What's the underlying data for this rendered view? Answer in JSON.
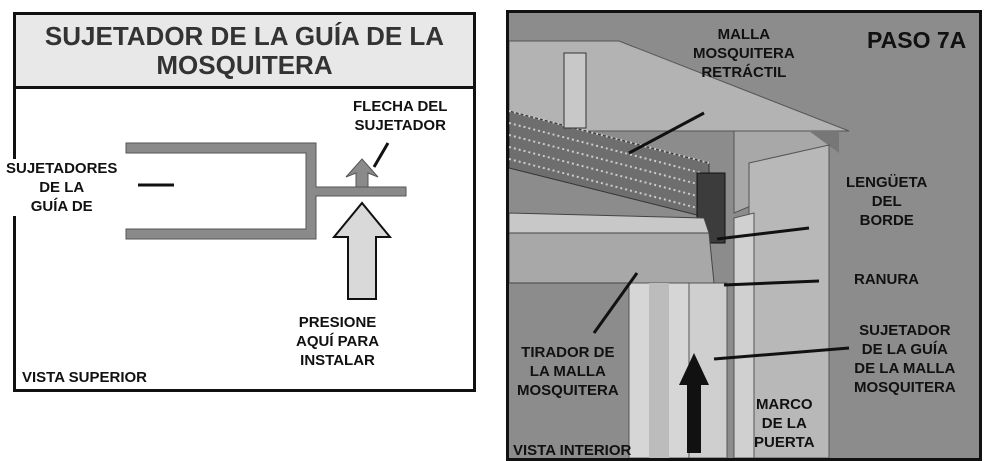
{
  "left_panel": {
    "title_line1": "SUJETADOR DE LA GUÍA DE LA",
    "title_line2": "MOSQUITERA",
    "arrow_label": [
      "FLECHA DEL",
      "SUJETADOR"
    ],
    "clip_label": [
      "SUJETADORES",
      "DE LA",
      "GUÍA DE"
    ],
    "press_label": [
      "PRESIONE",
      "AQUÍ PARA",
      "INSTALAR"
    ],
    "view_label": "VISTA SUPERIOR"
  },
  "right_panel": {
    "step": "PASO 7A",
    "screen_label": [
      "MALLA",
      "MOSQUITERA",
      "RETRÁCTIL"
    ],
    "tab_label": [
      "LENGÜETA",
      "DEL",
      "BORDE"
    ],
    "slot_label": "RANURA",
    "clip_label": [
      "SUJETADOR",
      "DE LA GUÍA",
      "DE LA MALLA",
      "MOSQUITERA"
    ],
    "pull_label": [
      "TIRADOR DE",
      "LA MALLA",
      "MOSQUITERA"
    ],
    "frame_label": [
      "MARCO",
      "DE LA",
      "PUERTA"
    ],
    "view_label": "VISTA INTERIOR"
  }
}
